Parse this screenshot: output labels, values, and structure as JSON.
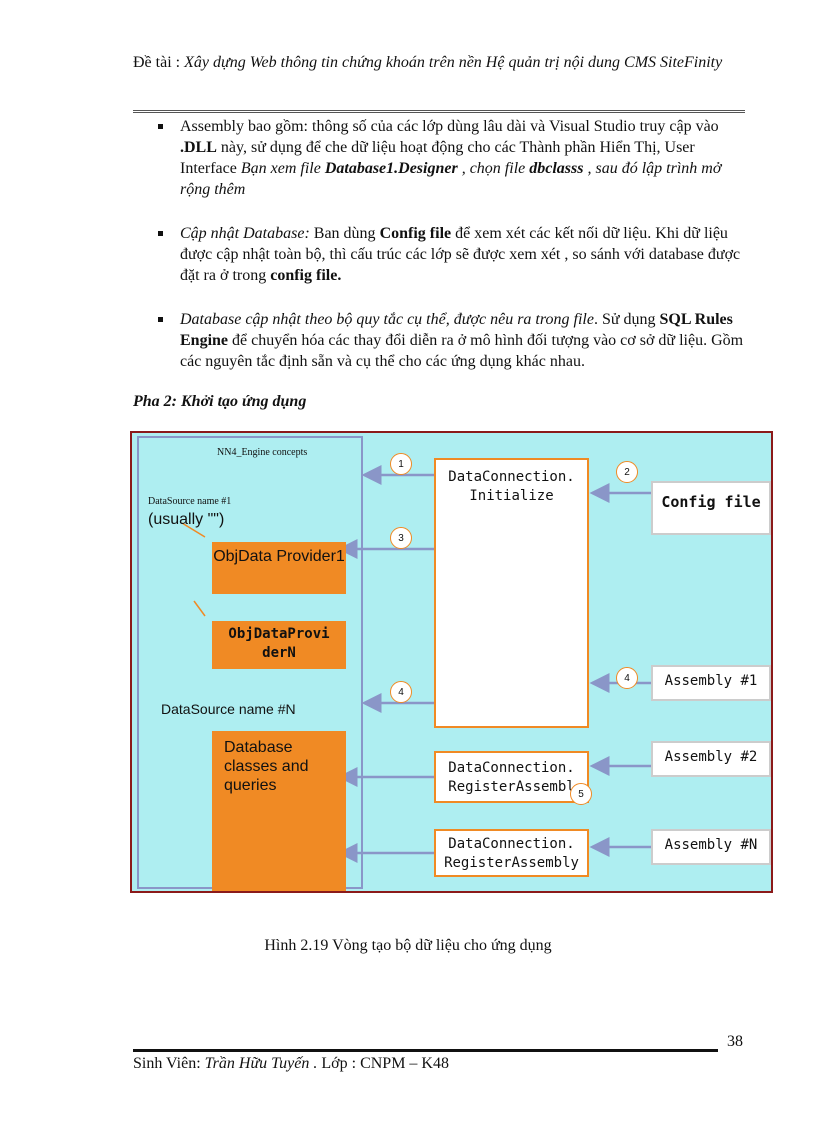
{
  "header": {
    "label": "Đề tài :",
    "title": "Xây dựng Web thông tin chứng khoán trên nền Hệ quản trị nội dung CMS SiteFinity"
  },
  "bullets": [
    {
      "p1": "Assembly bao gồm: thông số của các lớp dùng lâu dài và Visual Studio truy cập vào ",
      "b1": ".DLL",
      "p2": " này, sử dụng để che dữ liệu hoạt động cho các Thành phần Hiển Thị, User Interface  ",
      "i1": "Bạn  xem file ",
      "bi1": "Database1.Designer",
      "i2": " , chọn file ",
      "bi2": "dbclasss",
      "i3": " , sau đó lập trình mở rộng thêm"
    },
    {
      "i1": "Cập nhật Database:",
      "p1": " Ban dùng ",
      "b1": "Config file",
      "p2": " để xem xét các kết nối dữ liệu. Khi dữ liệu được cập nhật toàn bộ, thì cấu trúc các lớp sẽ được xem xét , so sánh với database được đặt ra ở trong ",
      "b2": "config file."
    },
    {
      "i1": "Database cập nhật theo bộ quy tắc cụ thể, được nêu ra trong file",
      "p1": ". Sử dụng ",
      "b1": "SQL Rules Engine",
      "p2": " để chuyển hóa các thay đổi diễn ra ở mô hình đối tượng vào cơ sở dữ liệu. Gồm các nguyên tắc định sẵn và cụ thể cho các ứng dụng khác nhau."
    }
  ],
  "phase_title": "Pha 2:  Khởi tạo ứng dụng",
  "diagram": {
    "concepts_label": "NN4_Engine concepts",
    "datasource1_label": "DataSource name #1",
    "usually_label": "(usually \"\")",
    "objdata1": "ObjData Provider1",
    "objdataN": "ObjDataProvi derN",
    "datasourceN_label": "DataSource name #N",
    "db_classes": "Database classes and queries",
    "dc_initialize": "DataConnection. Initialize",
    "dc_register1": "DataConnection. RegisterAssembl",
    "dc_register2": "DataConnection. RegisterAssembly",
    "config_file": "Config file",
    "assembly1": "Assembly #1",
    "assembly2": "Assembly #2",
    "assemblyN": "Assembly #N",
    "steps": [
      "1",
      "2",
      "3",
      "4",
      "4",
      "5"
    ],
    "colors": {
      "background": "#aeeef1",
      "orange": "#f08a24",
      "arrow": "#8a96c8",
      "border": "#8b1a1a"
    }
  },
  "caption": "Hình 2.19 Vòng tạo bộ dữ liệu cho ứng dụng",
  "page_number": "38",
  "footer": {
    "label": "Sinh Viên:",
    "name": "Trần Hữu Tuyến .",
    "class_info": "Lớp : CNPM – K48"
  }
}
